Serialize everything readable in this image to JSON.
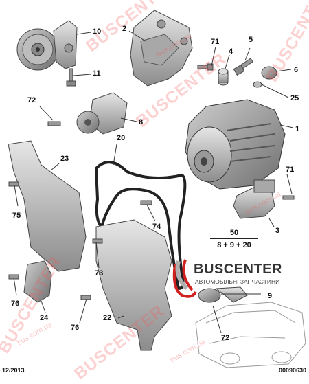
{
  "labels": {
    "p1": "1",
    "p2": "2",
    "p3": "3",
    "p4": "4",
    "p5": "5",
    "p6": "6",
    "p8": "8",
    "p9": "9",
    "p10": "10",
    "p11": "11",
    "p20": "20",
    "p22": "22",
    "p23": "23",
    "p24": "24",
    "p25": "25",
    "p71a": "71",
    "p71b": "71",
    "p72a": "72",
    "p72b": "72",
    "p73": "73",
    "p74": "74",
    "p75": "75",
    "p76a": "76",
    "p76b": "76"
  },
  "kit": {
    "number": "50",
    "composition": "8 + 9 + 20"
  },
  "footer": {
    "date": "12/2013",
    "ref": "00090630"
  },
  "watermark": {
    "text": "BUSCENTER",
    "domain": "bus.com.ua"
  },
  "logo": {
    "title": "BUSCENTER",
    "subtitle": "АВТОМОБІЛЬНІ ЗАПЧАСТИНИ"
  }
}
